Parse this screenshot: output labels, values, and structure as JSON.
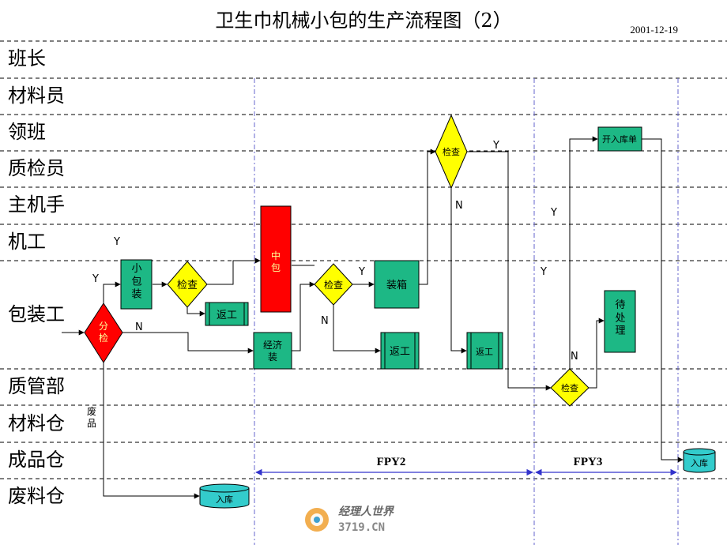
{
  "header": {
    "title": "卫生巾机械小包的生产流程图（2）",
    "date": "2001-12-19"
  },
  "lanes": [
    "班长",
    "材料员",
    "领班",
    "质检员",
    "主机手",
    "机工",
    "包装工",
    "质管部",
    "材料仓",
    "成品仓",
    "废料仓"
  ],
  "colors": {
    "process": "#1db885",
    "decision": "#ffff00",
    "red": "#ff0000",
    "storage": "#33cccc",
    "line": "#000000",
    "dash": "#000000",
    "divider": "#6666cc",
    "arrow_fpy": "#3333cc"
  },
  "nodes": {
    "fenjian": "分\n检",
    "xiaobaozhuang": "小\n包\n装",
    "jiancha1": "检查",
    "fangong1": "返工",
    "jingjizhuang": "经济\n装",
    "zhongbao": "中\n包",
    "jiancha2": "检查",
    "zhuangxiang": "装箱",
    "fangong2": "返工",
    "jiancha3": "检查",
    "fangong3": "返工",
    "kairukudan": "开入库单",
    "jiancha4": "检查",
    "daichuli": "待\n处\n理",
    "ruku_waste": "入库",
    "ruku_finished": "入库"
  },
  "edge_labels": {
    "y_top": "Y",
    "y_fenjian": "Y",
    "n_fenjian": "N",
    "feipin": "废\n品",
    "y_jc2": "Y",
    "n_jc2": "N",
    "y_jc3": "Y",
    "n_jc3": "N",
    "y_kaidan": "Y",
    "y_jc4": "Y",
    "n_jc4": "N"
  },
  "fpy": {
    "fpy2": "FPY2",
    "fpy3": "FPY3"
  },
  "watermark": {
    "text_cn": "经理人世界",
    "text_en": "3719.CN"
  }
}
